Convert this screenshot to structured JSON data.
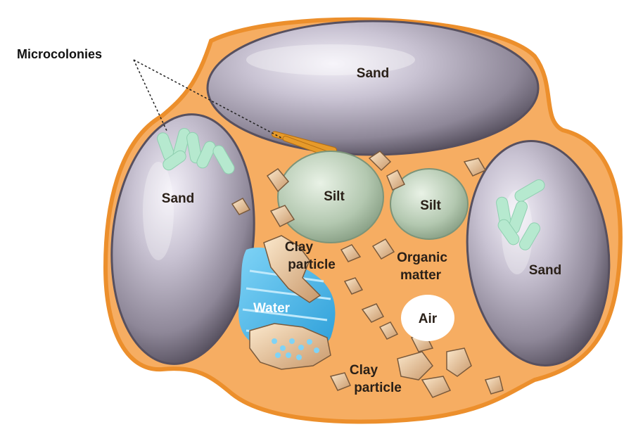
{
  "diagram": {
    "callout": "Microcolonies",
    "labels": {
      "sand_top": "Sand",
      "sand_left": "Sand",
      "sand_right": "Sand",
      "silt_left": "Silt",
      "silt_right": "Silt",
      "clay_upper_line1": "Clay",
      "clay_upper_line2": "particle",
      "clay_lower_line1": "Clay",
      "clay_lower_line2": "particle",
      "organic_line1": "Organic",
      "organic_line2": "matter",
      "water": "Water",
      "air": "Air"
    },
    "colors": {
      "matrix_fill": "#f6ad62",
      "matrix_edge": "#ec8f2c",
      "sand_fill": "#a59fb0",
      "sand_edge": "#57505f",
      "silt_fill": "#b9cdb6",
      "microcolony": "#b6e9cf",
      "water": "#4db8e8",
      "clay": "#f2d3a8",
      "air": "#ffffff"
    }
  }
}
